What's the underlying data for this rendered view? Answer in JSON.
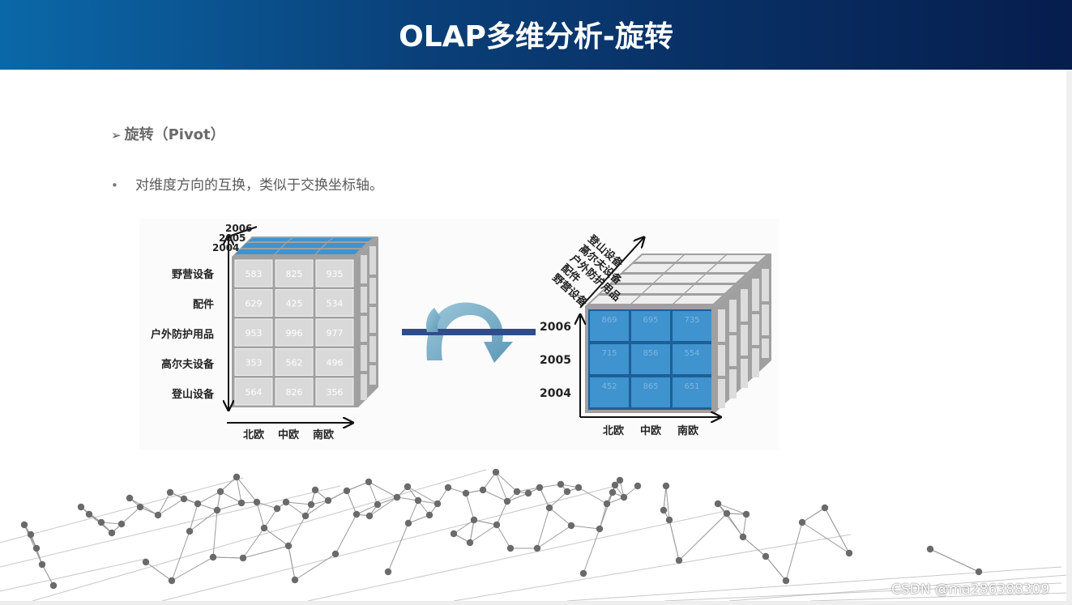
{
  "header": {
    "title": "OLAP多维分析-旋转"
  },
  "section": {
    "arrow_icon": "arrow-bullet-icon",
    "heading": "旋转（Pivot）",
    "bullet_text": "对维度方向的互换，类似于交换坐标轴。"
  },
  "left_cube": {
    "years": [
      "2006",
      "2005",
      "2004"
    ],
    "row_labels": [
      "野营设备",
      "配件",
      "户外防护用品",
      "高尔夫设备",
      "登山设备"
    ],
    "col_labels": [
      "北欧",
      "中欧",
      "南欧"
    ],
    "values": [
      [
        "583",
        "825",
        "935"
      ],
      [
        "629",
        "425",
        "534"
      ],
      [
        "953",
        "996",
        "977"
      ],
      [
        "353",
        "562",
        "496"
      ],
      [
        "564",
        "826",
        "356"
      ]
    ]
  },
  "right_cube": {
    "depth_labels": [
      "登山设备",
      "高尔夫设备",
      "户外防护用品",
      "配件",
      "野营设备"
    ],
    "row_labels": [
      "2006",
      "2005",
      "2004"
    ],
    "col_labels": [
      "北欧",
      "中欧",
      "南欧"
    ],
    "values": [
      [
        "869",
        "695",
        "735"
      ],
      [
        "715",
        "856",
        "554"
      ],
      [
        "452",
        "865",
        "651"
      ]
    ]
  },
  "colors": {
    "header_start": "#0b68a8",
    "header_end": "#061d4d",
    "cube_gray": "#d9d9d9",
    "cube_blue": "#3f93cf",
    "rotation_bar": "#2f4d8a",
    "rotation_arrow": "#7ab0c8"
  },
  "watermark": "CSDN @ma286388309"
}
